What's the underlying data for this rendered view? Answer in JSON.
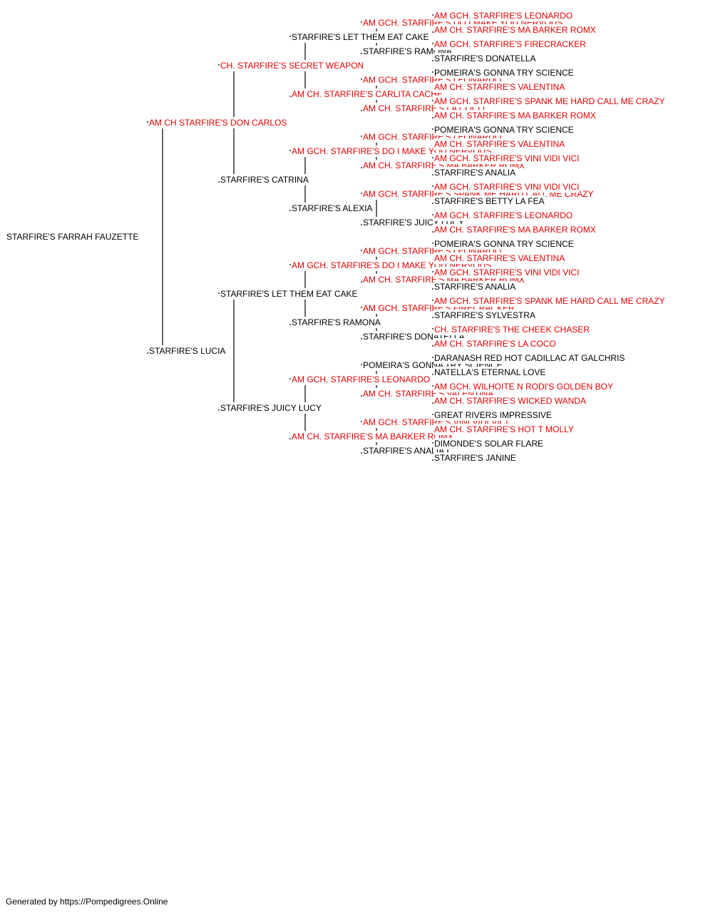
{
  "colors": {
    "titled": "#e00000",
    "plain": "#000000",
    "line": "#000000"
  },
  "pedigree": {
    "name": "STARFIRE'S FARRAH FAUZETTE",
    "titled": false,
    "sire": {
      "name": "AM CH STARFIRE'S DON CARLOS",
      "titled": true,
      "sire": {
        "name": "CH. STARFIRE'S SECRET WEAPON",
        "titled": true,
        "sire": {
          "name": "STARFIRE'S LET THEM EAT CAKE",
          "titled": false,
          "sire": {
            "name": "AM GCH. STARFIRE'S DO I MAKE YOU NERVOUS",
            "titled": true,
            "sire": {
              "name": "AM GCH. STARFIRE'S LEONARDO",
              "titled": true
            },
            "dam": {
              "name": "AM CH. STARFIRE'S MA BARKER ROMX",
              "titled": true
            }
          },
          "dam": {
            "name": "STARFIRE'S RAMONA",
            "titled": false,
            "sire": {
              "name": "AM GCH. STARFIRE'S FIRECRACKER",
              "titled": true
            },
            "dam": {
              "name": "STARFIRE'S DONATELLA",
              "titled": false
            }
          }
        },
        "dam": {
          "name": "AM CH. STARFIRE'S CARLITA CACHE",
          "titled": true,
          "sire": {
            "name": "AM GCH. STARFIRE'S LEONARDO",
            "titled": true,
            "sire": {
              "name": "POMEIRA'S GONNA TRY SCIENCE",
              "titled": false
            },
            "dam": {
              "name": "AM CH. STARFIRE'S VALENTINA",
              "titled": true
            }
          },
          "dam": {
            "name": "AM CH. STARFIRE'S LA COCO",
            "titled": true,
            "sire": {
              "name": "AM GCH. STARFIRE'S SPANK ME HARD CALL ME CRAZY",
              "titled": true
            },
            "dam": {
              "name": "AM CH. STARFIRE'S MA BARKER ROMX",
              "titled": true
            }
          }
        }
      },
      "dam": {
        "name": "STARFIRE'S CATRINA",
        "titled": false,
        "sire": {
          "name": "AM GCH. STARFIRE'S DO I MAKE YOU NERVOUS",
          "titled": true,
          "sire": {
            "name": "AM GCH. STARFIRE'S LEONARDO",
            "titled": true,
            "sire": {
              "name": "POMEIRA'S GONNA TRY SCIENCE",
              "titled": false
            },
            "dam": {
              "name": "AM CH. STARFIRE'S VALENTINA",
              "titled": true
            }
          },
          "dam": {
            "name": "AM CH. STARFIRE'S MA BARKER ROMX",
            "titled": true,
            "sire": {
              "name": "AM GCH. STARFIRE'S VINI VIDI VICI",
              "titled": true
            },
            "dam": {
              "name": "STARFIRE'S ANALIA",
              "titled": false
            }
          }
        },
        "dam": {
          "name": "STARFIRE'S ALEXIA",
          "titled": false,
          "sire": {
            "name": "AM GCH. STARFIRE'S SPANK ME HARD CALL ME CRAZY",
            "titled": true,
            "sire": {
              "name": "AM GCH. STARFIRE'S VINI VIDI VICI",
              "titled": true
            },
            "dam": {
              "name": "STARFIRE'S BETTY LA FEA",
              "titled": false
            }
          },
          "dam": {
            "name": "STARFIRE'S JUICY LUCY",
            "titled": false,
            "sire": {
              "name": "AM GCH. STARFIRE'S LEONARDO",
              "titled": true
            },
            "dam": {
              "name": "AM CH. STARFIRE'S MA BARKER ROMX",
              "titled": true
            }
          }
        }
      }
    },
    "dam": {
      "name": "STARFIRE'S LUCIA",
      "titled": false,
      "sire": {
        "name": "STARFIRE'S LET THEM EAT CAKE",
        "titled": false,
        "sire": {
          "name": "AM GCH. STARFIRE'S DO I MAKE YOU NERVOUS",
          "titled": true,
          "sire": {
            "name": "AM GCH. STARFIRE'S LEONARDO",
            "titled": true,
            "sire": {
              "name": "POMEIRA'S GONNA TRY SCIENCE",
              "titled": false
            },
            "dam": {
              "name": "AM CH. STARFIRE'S VALENTINA",
              "titled": true
            }
          },
          "dam": {
            "name": "AM CH. STARFIRE'S MA BARKER ROMX",
            "titled": true,
            "sire": {
              "name": "AM GCH. STARFIRE'S VINI VIDI VICI",
              "titled": true
            },
            "dam": {
              "name": "STARFIRE'S ANALIA",
              "titled": false
            }
          }
        },
        "dam": {
          "name": "STARFIRE'S RAMONA",
          "titled": false,
          "sire": {
            "name": "AM GCH. STARFIRE'S FIRECRACKER",
            "titled": true,
            "sire": {
              "name": "AM GCH. STARFIRE'S SPANK ME HARD CALL ME CRAZY",
              "titled": true
            },
            "dam": {
              "name": "STARFIRE'S SYLVESTRA",
              "titled": false
            }
          },
          "dam": {
            "name": "STARFIRE'S DONATELLA",
            "titled": false,
            "sire": {
              "name": "CH. STARFIRE'S THE CHEEK CHASER",
              "titled": true
            },
            "dam": {
              "name": "AM CH. STARFIRE'S LA COCO",
              "titled": true
            }
          }
        }
      },
      "dam": {
        "name": "STARFIRE'S JUICY LUCY",
        "titled": false,
        "sire": {
          "name": "AM GCH. STARFIRE'S LEONARDO",
          "titled": true,
          "sire": {
            "name": "POMEIRA'S GONNA TRY SCIENCE",
            "titled": false,
            "sire": {
              "name": "DARANASH RED HOT CADILLAC AT GALCHRIS",
              "titled": false
            },
            "dam": {
              "name": "NATELLA'S ETERNAL LOVE",
              "titled": false
            }
          },
          "dam": {
            "name": "AM CH. STARFIRE'S VALENTINA",
            "titled": true,
            "sire": {
              "name": "AM GCH. WILHOITE N RODI'S GOLDEN BOY",
              "titled": true
            },
            "dam": {
              "name": "AM CH. STARFIRE'S WICKED WANDA",
              "titled": true
            }
          }
        },
        "dam": {
          "name": "AM CH. STARFIRE'S MA BARKER ROMX",
          "titled": true,
          "sire": {
            "name": "AM GCH. STARFIRE'S VINI VIDI VICI",
            "titled": true,
            "sire": {
              "name": "GREAT RIVERS IMPRESSIVE",
              "titled": false
            },
            "dam": {
              "name": "AM CH. STARFIRE'S HOT T MOLLY",
              "titled": true
            }
          },
          "dam": {
            "name": "STARFIRE'S ANALIA",
            "titled": false,
            "sire": {
              "name": "DIMONDE'S SOLAR FLARE",
              "titled": false
            },
            "dam": {
              "name": "STARFIRE'S JANINE",
              "titled": false
            }
          }
        }
      }
    }
  },
  "footer": {
    "text": "Generated by https://Pompedigrees.Online"
  }
}
